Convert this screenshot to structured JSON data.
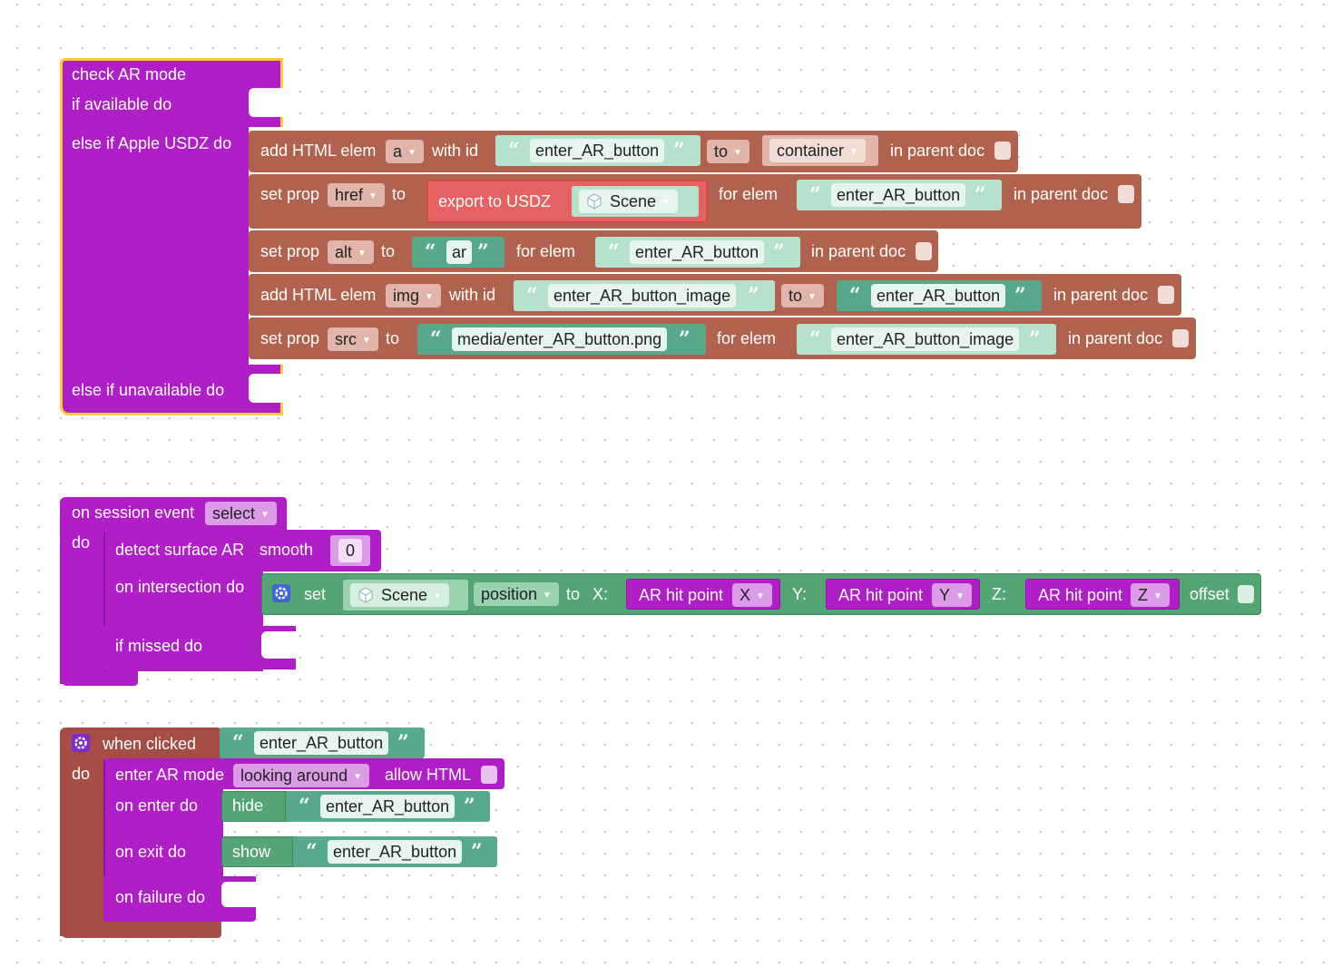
{
  "block1": {
    "hat_label": "check AR mode",
    "if_available_label": "if available do",
    "else_usdz_label": "else if Apple USDZ do",
    "else_unavailable_label": "else if unavailable do",
    "stmt1": {
      "label": "add HTML elem",
      "tag": "a",
      "with_id": "with id",
      "id_value": "enter_AR_button",
      "to_label": "to",
      "to_value": "container",
      "in_parent": "in parent doc"
    },
    "stmt2": {
      "label": "set prop",
      "prop": "href",
      "to": "to",
      "export_label": "export to USDZ",
      "scene": "Scene",
      "for_elem": "for elem",
      "elem": "enter_AR_button",
      "in_parent": "in parent doc"
    },
    "stmt3": {
      "label": "set prop",
      "prop": "alt",
      "to": "to",
      "value": "ar",
      "for_elem": "for elem",
      "elem": "enter_AR_button",
      "in_parent": "in parent doc"
    },
    "stmt4": {
      "label": "add HTML elem",
      "tag": "img",
      "with_id": "with id",
      "id_value": "enter_AR_button_image",
      "to_label": "to",
      "parent": "enter_AR_button",
      "in_parent": "in parent doc"
    },
    "stmt5": {
      "label": "set prop",
      "prop": "src",
      "to": "to",
      "value": "media/enter_AR_button.png",
      "for_elem": "for elem",
      "elem": "enter_AR_button_image",
      "in_parent": "in parent doc"
    }
  },
  "block2": {
    "hat_label": "on session event",
    "event": "select",
    "do_label": "do",
    "detect_label": "detect surface AR",
    "smooth_label": "smooth",
    "smooth_value": "0",
    "intersection_label": "on intersection do",
    "missed_label": "if missed do",
    "set_label": "set",
    "scene": "Scene",
    "property": "position",
    "to_label": "to",
    "x_label": "X:",
    "y_label": "Y:",
    "z_label": "Z:",
    "hit_label": "AR hit point",
    "axis_x": "X",
    "axis_y": "Y",
    "axis_z": "Z",
    "offset_label": "offset"
  },
  "block3": {
    "hat_label": "when clicked",
    "target": "enter_AR_button",
    "do_label": "do",
    "enter_label": "enter AR mode",
    "mode": "looking around",
    "allow_html": "allow HTML",
    "on_enter": "on enter do",
    "hide_label": "hide",
    "hide_target": "enter_AR_button",
    "on_exit": "on exit do",
    "show_label": "show",
    "show_target": "enter_AR_button",
    "on_failure": "on failure do"
  },
  "colors": {
    "ar_purple": "#b01ec8",
    "html_brown": "#b0624e",
    "event_brown": "#a64e46",
    "object_green": "#55a574",
    "usdz_red": "#e56162",
    "selection_yellow": "#fccc3c"
  },
  "icons": [
    "gear-icon",
    "cube-icon",
    "dropdown-arrow-icon"
  ]
}
